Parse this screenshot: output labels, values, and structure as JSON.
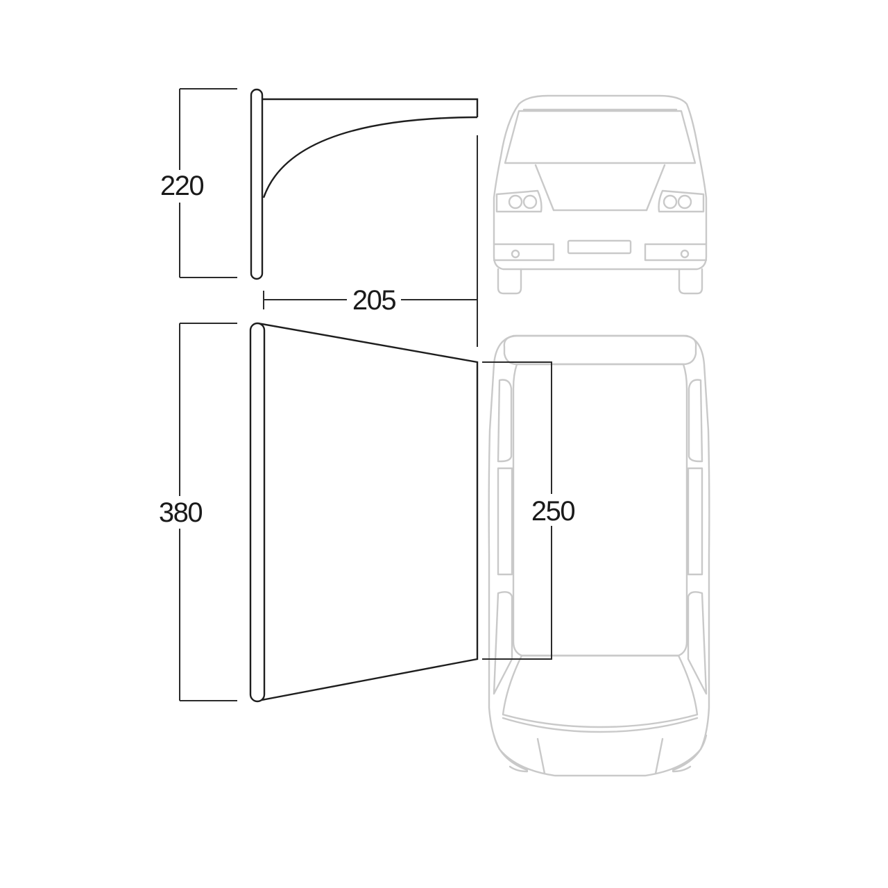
{
  "dimensions": {
    "awning_height": "220",
    "awning_depth": "205",
    "awning_length": "380",
    "vehicle_attachment": "250"
  },
  "colors": {
    "awning_outline": "#1e1e1e",
    "dimension_lines": "#2a2a2a",
    "vehicle_outline": "#c9c9c9",
    "background": "#ffffff"
  }
}
